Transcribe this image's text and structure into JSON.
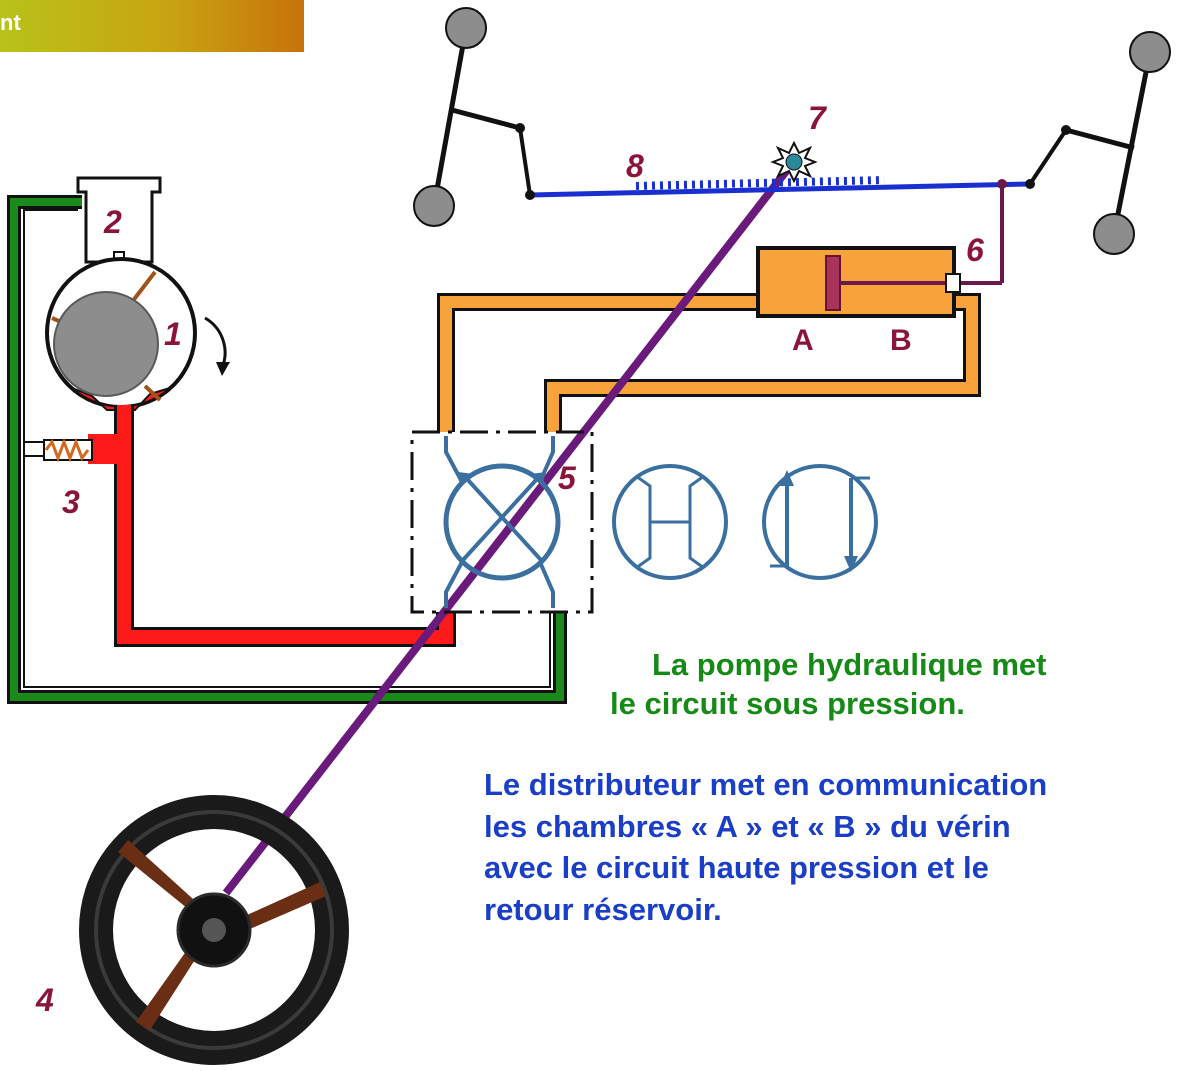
{
  "header": {
    "title": "nt"
  },
  "numbers": {
    "n1": "1",
    "n2": "2",
    "n3": "3",
    "n4": "4",
    "n5": "5",
    "n6": "6",
    "n7": "7",
    "n8": "8"
  },
  "chambers": {
    "a": "A",
    "b": "B"
  },
  "texts": {
    "pump_line1": "La pompe hydraulique met",
    "pump_line2": "le circuit sous pression.",
    "dist_line1": "Le distributeur met en communication",
    "dist_line2": "les chambres « A » et « B » du vérin",
    "dist_line3": "avec le circuit haute pression et le",
    "dist_line4": "retour réservoir."
  },
  "colors": {
    "high_pressure": "#ff1a1a",
    "return_line": "#1a8a1a",
    "cylinder_lines": "#f7a23b",
    "rack": "#1a2fd0",
    "steering_column": "#6a1a7a",
    "valve_symbol": "#3a6fa0",
    "labels": "#8b1538"
  }
}
